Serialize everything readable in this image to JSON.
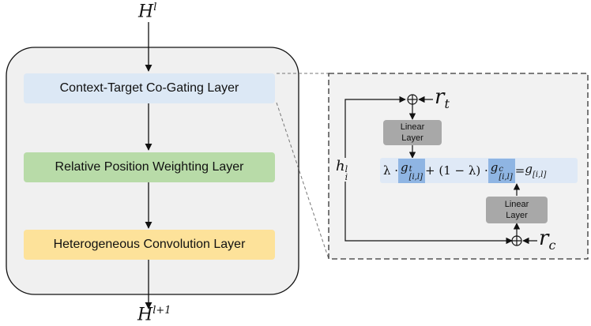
{
  "input_label": {
    "base": "H",
    "sup": "l"
  },
  "output_label": {
    "base": "H",
    "sup": "l+1"
  },
  "layers": [
    {
      "label": "Context-Target Co-Gating Layer",
      "color": "#dce8f5"
    },
    {
      "label": "Relative Position Weighting Layer",
      "color": "#b8dba8"
    },
    {
      "label": "Heterogeneous Convolution Layer",
      "color": "#fde29a"
    }
  ],
  "detail": {
    "linear_top": [
      "Linear",
      "Layer"
    ],
    "linear_bottom": [
      "Linear",
      "Layer"
    ],
    "h_label": {
      "base": "h",
      "sup": "l",
      "sub": "i"
    },
    "rt_label": {
      "base": "r",
      "sub": "t"
    },
    "rc_label": {
      "base": "r",
      "sub": "c"
    },
    "equation": {
      "lambda": "λ · ",
      "g1_base": "g",
      "g1_sup": "t",
      "g1_sub": "[i,l]",
      "middle": " + (1 − λ) · ",
      "g2_base": "g",
      "g2_sup": "c",
      "g2_sub": "[i,l]",
      "rhs": " = ",
      "g3_base": "g",
      "g3_sub": "[i,l]"
    }
  },
  "colors": {
    "panel_bg": "#f0f0f0",
    "highlight": "#8fb5e3",
    "eq_bg": "#dfe9f6",
    "linear_bg": "#a8a8a8"
  }
}
